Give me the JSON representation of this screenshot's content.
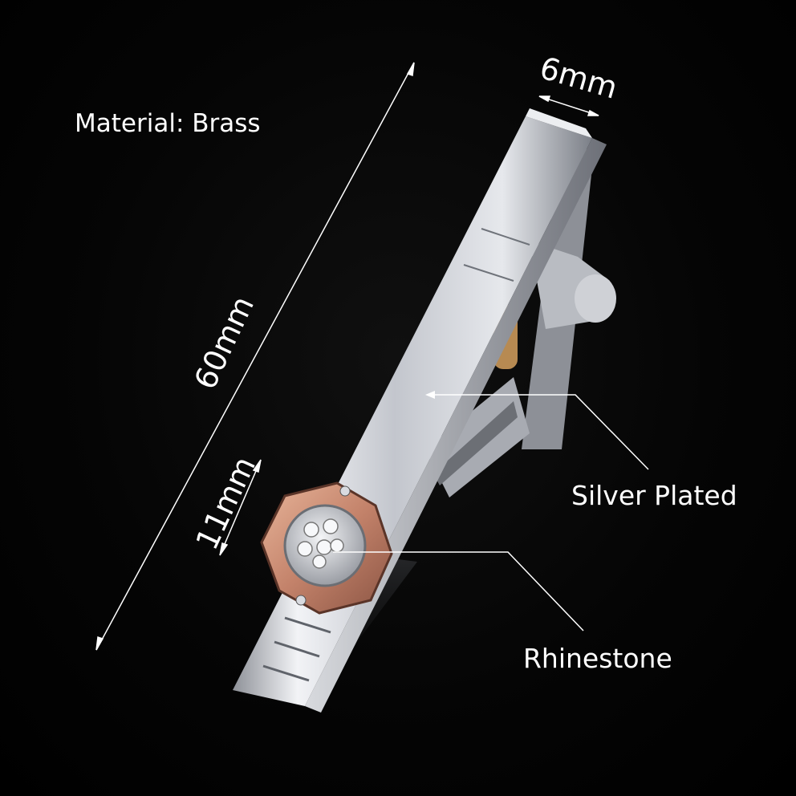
{
  "labels": {
    "material": "Material: Brass",
    "silver_plated": "Silver Plated",
    "rhinestone": "Rhinestone"
  },
  "dimensions": {
    "width": "6mm",
    "length": "60mm",
    "badge": "11mm"
  },
  "colors": {
    "background": "#000000",
    "silver": "#c9ccd3",
    "rose_gold": "#c98a6e",
    "text": "#ffffff"
  }
}
